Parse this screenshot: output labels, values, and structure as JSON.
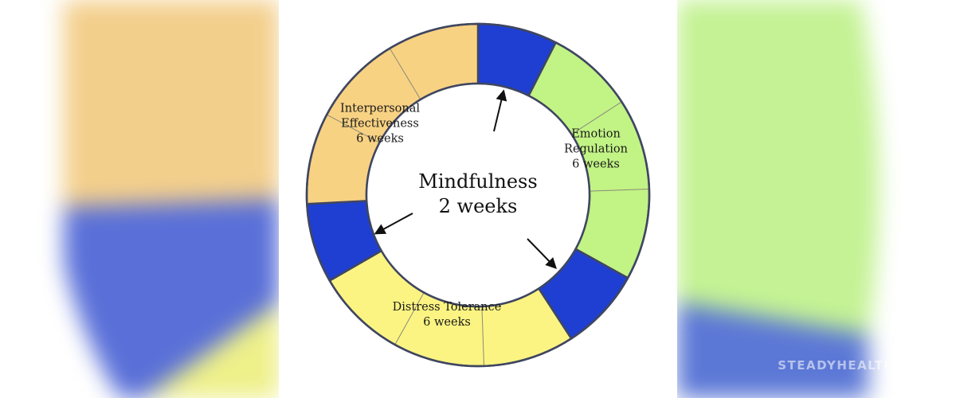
{
  "diagram": {
    "center": {
      "title": "Mindfulness",
      "duration": "2 weeks"
    },
    "modules": [
      {
        "name_line1": "Interpersonal",
        "name_line2": "Effectiveness",
        "duration": "6 weeks",
        "color": "#f8d283"
      },
      {
        "name_line1": "Emotion",
        "name_line2": "Regulation",
        "duration": "6 weeks",
        "color": "#c2f385"
      },
      {
        "name_line1": "Distress Tolerance",
        "name_line2": "",
        "duration": "6 weeks",
        "color": "#fbf482"
      }
    ],
    "mindfulness_color": "#1f3fd2",
    "outline_color": "#3f4660"
  },
  "watermark": {
    "text": "STEADYHEALTH.COM"
  }
}
